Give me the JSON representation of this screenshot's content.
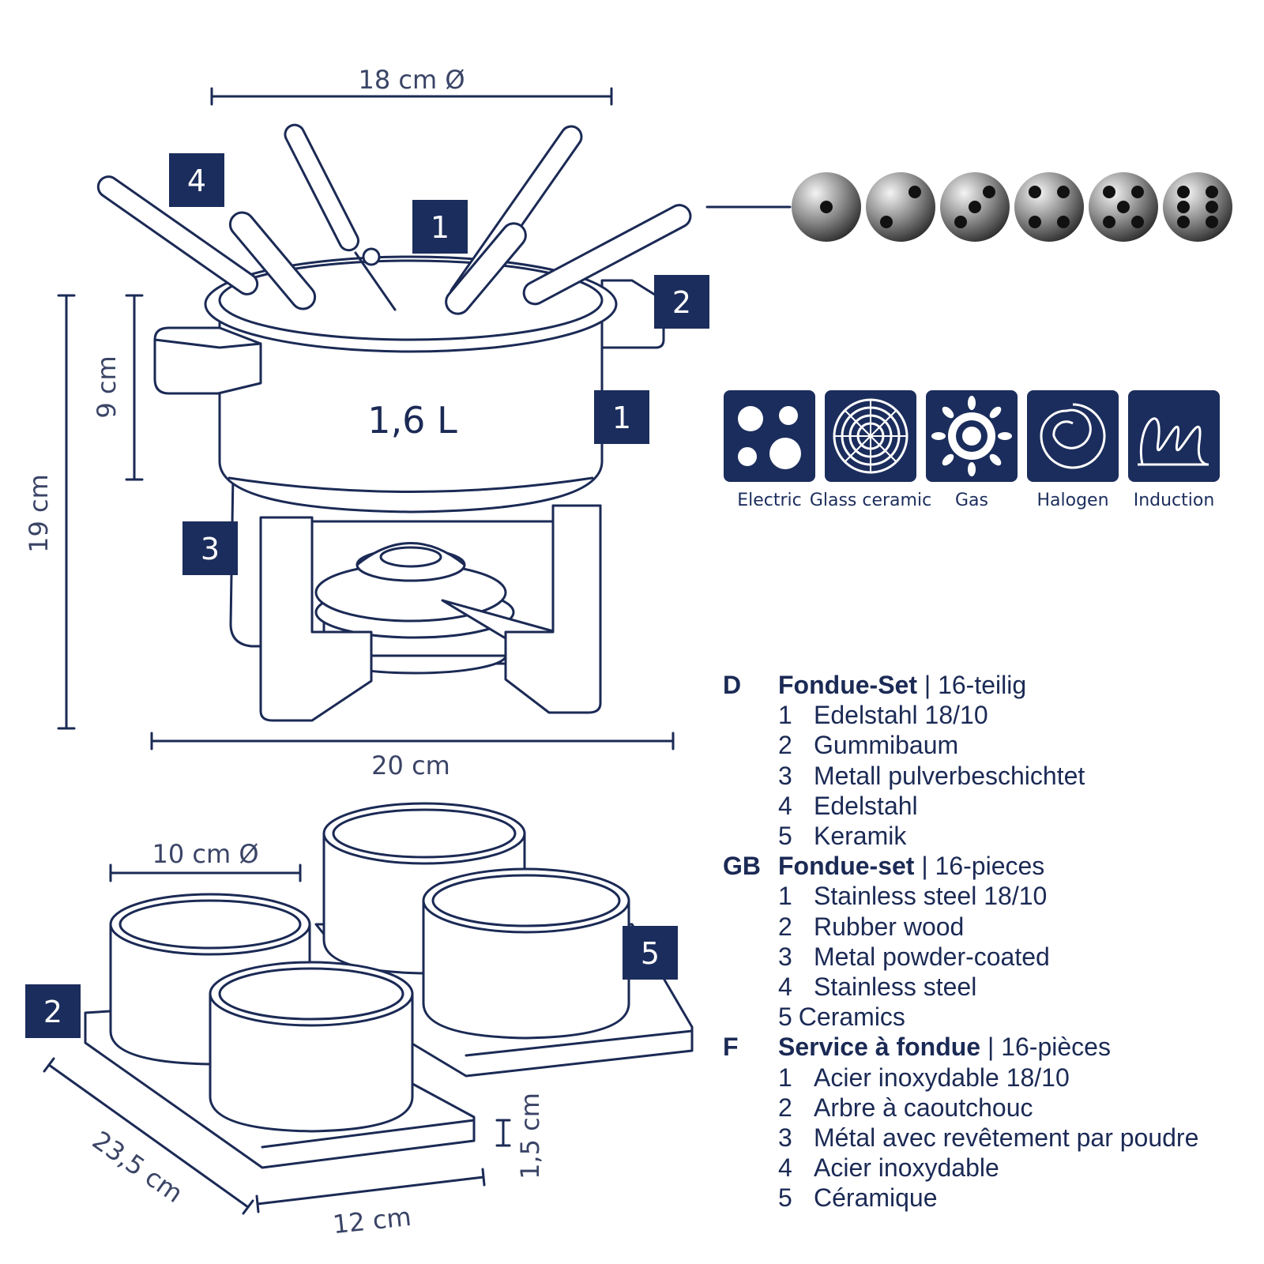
{
  "dimensions": {
    "pot_diameter": "18 cm Ø",
    "pot_height": "9 cm",
    "total_height": "19 cm",
    "base_width": "20 cm",
    "bowl_diameter": "10 cm Ø",
    "tray_length": "23,5 cm",
    "tray_width": "12 cm",
    "tray_height": "1,5 cm"
  },
  "volume": "1,6 L",
  "badges": {
    "fork": "4",
    "fork_center": "1",
    "handle": "2",
    "pot": "1",
    "stand": "3",
    "tray": "2",
    "bowls": "5"
  },
  "fork_colors": {
    "dot_count": [
      1,
      2,
      3,
      4,
      5,
      6
    ]
  },
  "hob_types": [
    {
      "label": "Electric",
      "icon": "electric-hob-icon"
    },
    {
      "label": "Glass ceramic",
      "icon": "glass-ceramic-hob-icon"
    },
    {
      "label": "Gas",
      "icon": "gas-hob-icon"
    },
    {
      "label": "Halogen",
      "icon": "halogen-hob-icon"
    },
    {
      "label": "Induction",
      "icon": "induction-hob-icon"
    }
  ],
  "legend": {
    "de": {
      "code": "D",
      "title": "Fondue-Set",
      "sep": " | ",
      "subtitle": "16-teilig",
      "items": [
        {
          "num": "1",
          "text": "Edelstahl 18/10"
        },
        {
          "num": "2",
          "text": "Gummibaum"
        },
        {
          "num": "3",
          "text": "Metall pulverbeschichtet"
        },
        {
          "num": "4",
          "text": "Edelstahl"
        },
        {
          "num": "5",
          "text": "Keramik"
        }
      ]
    },
    "gb": {
      "code": "GB",
      "title": "Fondue-set",
      "sep": " | ",
      "subtitle": "16-pieces",
      "items": [
        {
          "num": "1",
          "text": "Stainless steel 18/10"
        },
        {
          "num": "2",
          "text": "Rubber wood"
        },
        {
          "num": "3",
          "text": "Metal powder-coated"
        },
        {
          "num": "4",
          "text": "Stainless steel"
        },
        {
          "num": "5",
          "text": "Ceramics"
        }
      ]
    },
    "fr": {
      "code": "F",
      "title": "Service à fondue",
      "sep": " | ",
      "subtitle": "16-pièces",
      "items": [
        {
          "num": "1",
          "text": "Acier inoxydable 18/10"
        },
        {
          "num": "2",
          "text": "Arbre à caoutchouc"
        },
        {
          "num": "3",
          "text": "Métal avec revêtement par poudre"
        },
        {
          "num": "4",
          "text": "Acier inoxydable"
        },
        {
          "num": "5",
          "text": "Céramique"
        }
      ]
    }
  },
  "colors": {
    "navy": "#1b2d5c",
    "text": "#1b2a55"
  }
}
